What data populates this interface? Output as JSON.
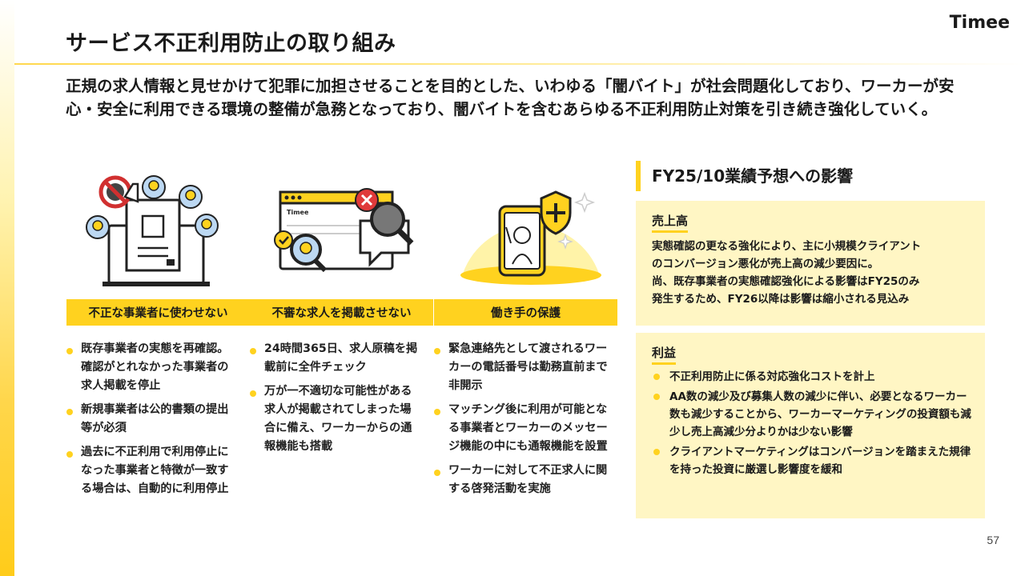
{
  "header": {
    "title": "サービス不正利用防止の取り組み",
    "logo_text": "Timee"
  },
  "intro": "正規の求人情報と見せかけて犯罪に加担させることを目的とした、いわゆる「闇バイト」が社会問題化しており、ワーカーが安心・安全に利用できる環境の整備が急務となっており、闇バイトを含むあらゆる不正利用防止対策を引き続き強化していく。",
  "columns": [
    {
      "label": "不正な事業者に使わせない",
      "bullets": [
        "既存事業者の実態を再確認。確認がとれなかった事業者の求人掲載を停止",
        "新規事業者は公的書類の提出等が必須",
        "過去に不正利用で利用停止になった事業者と特徴が一致する場合は、自動的に利用停止"
      ]
    },
    {
      "label": "不審な求人を掲載させない",
      "illustration_text": "Timee",
      "bullets": [
        "24時間365日、求人原稿を掲載前に全件チェック",
        "万が一不適切な可能性がある求人が掲載されてしまった場合に備え、ワーカーからの通報機能も搭載"
      ]
    },
    {
      "label": "働き手の保護",
      "bullets": [
        "緊急連絡先として渡されるワーカーの電話番号は勤務直前まで非開示",
        "マッチング後に利用が可能となる事業者とワーカーのメッセージ機能の中にも通報機能を設置",
        "ワーカーに対して不正求人に関する啓発活動を実施"
      ]
    }
  ],
  "forecast": {
    "heading": "FY25/10業績予想への影響",
    "sales": {
      "title": "売上高",
      "lines": [
        "実態確認の更なる強化により、主に小規模クライアント",
        "のコンバージョン悪化が売上高の減少要因に。",
        "尚、既存事業者の実態確認強化による影響はFY25のみ",
        "発生するため、FY26以降は影響は縮小される見込み"
      ]
    },
    "profit": {
      "title": "利益",
      "bullets": [
        "不正利用防止に係る対応強化コストを計上",
        "AA数の減少及び募集人数の減少に伴い、必要となるワーカー数も減少することから、ワーカーマーケティングの投資額も減少し売上高減少分よりかは少ない影響",
        "クライアントマーケティングはコンバージョンを踏まえた規律を持った投資に厳選し影響度を緩和"
      ]
    }
  },
  "page_number": "57",
  "colors": {
    "accent": "#ffd21f",
    "panel_bg": "#fff6c4",
    "text": "#1a1a1a"
  }
}
